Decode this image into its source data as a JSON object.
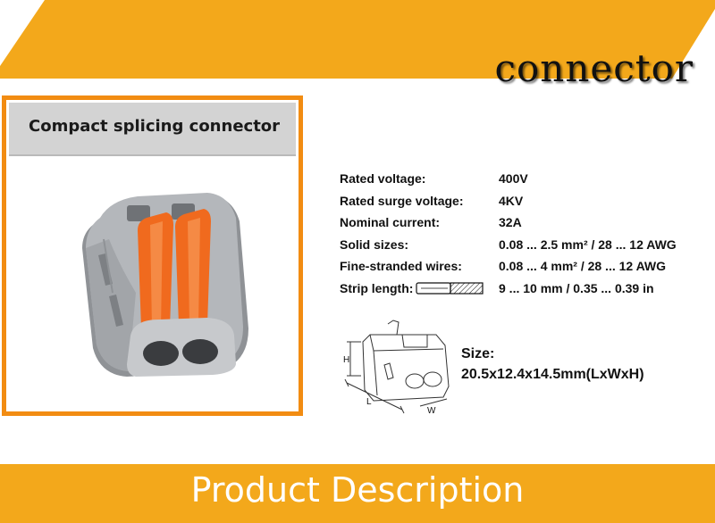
{
  "header": {
    "brand_word": "connector"
  },
  "card": {
    "title": "Compact splicing connector"
  },
  "specs": [
    {
      "label": "Rated voltage:",
      "value": "400V"
    },
    {
      "label": "Rated surge voltage:",
      "value": "4KV"
    },
    {
      "label": "Nominal current:",
      "value": "32A"
    },
    {
      "label": "Solid sizes:",
      "value": "0.08 ... 2.5 mm² / 28 ... 12 AWG"
    },
    {
      "label": "Fine-stranded wires:",
      "value": "0.08 ... 4 mm² / 28 ... 12 AWG"
    },
    {
      "label": "Strip length:",
      "value": "9 ... 10 mm / 0.35 ... 0.39 in"
    }
  ],
  "dimensions": {
    "size_label": "Size:",
    "size_value": "20.5x12.4x14.5mm(LxWxH)",
    "h_label": "H",
    "l_label": "L",
    "w_label": "W"
  },
  "footer": {
    "title": "Product Description"
  },
  "colors": {
    "accent_orange": "#f3a81b",
    "card_border": "#f28c12",
    "lever_orange": "#f06a1e",
    "body_gray": "#a9acb0"
  }
}
